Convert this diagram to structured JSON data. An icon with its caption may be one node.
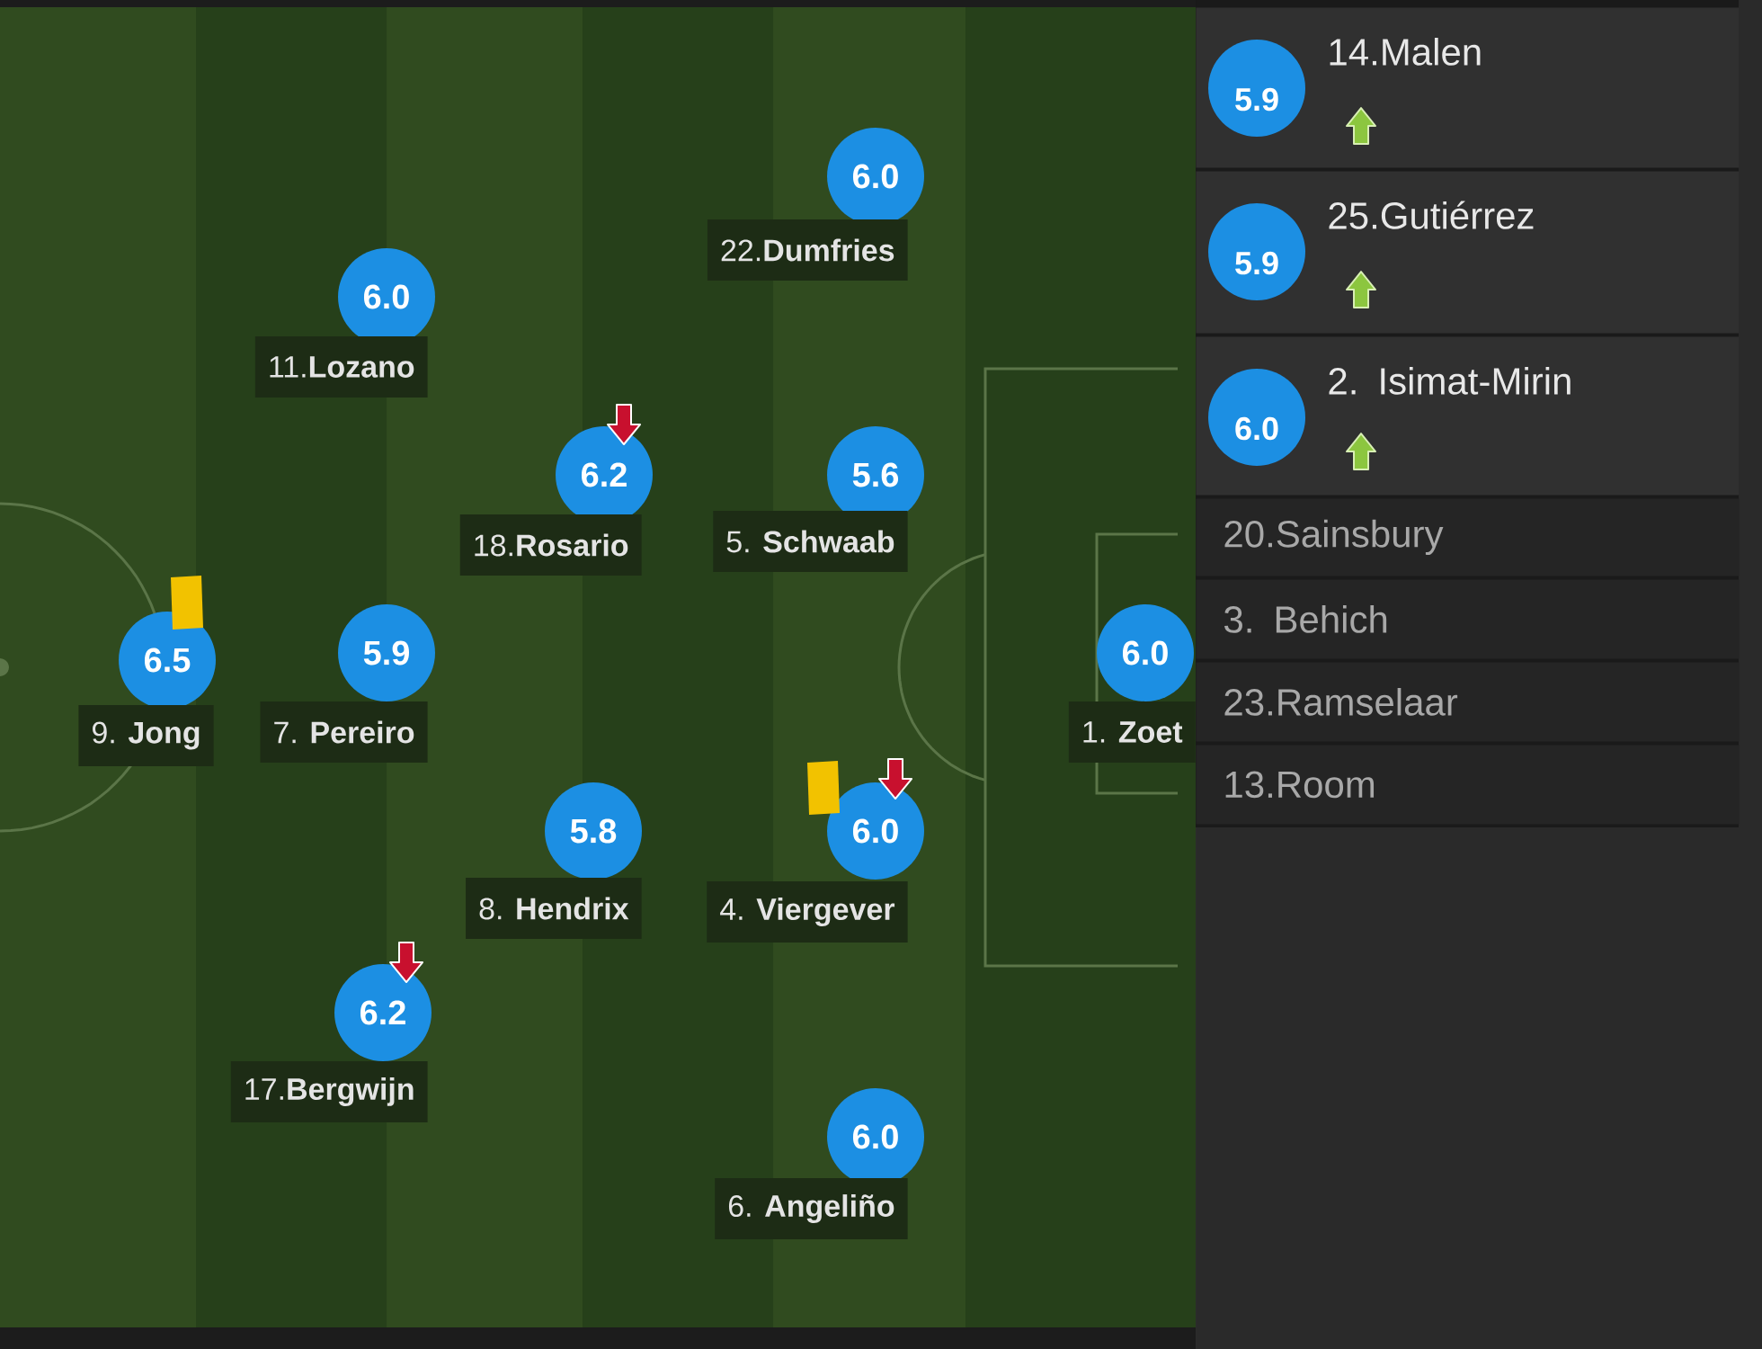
{
  "diagram": {
    "nodes": [
      {
        "text": [
          "6.0"
        ]
      },
      {
        "text": [
          "22.**Dumfries**"
        ]
      },
      {
        "text": [
          "6.0"
        ]
      },
      {
        "text": [
          "11.**Lozano**"
        ]
      },
      {
        "text": [
          "6.2"
        ]
      },
      {
        "text": [
          "18.**Rosario**"
        ]
      },
      {
        "text": [
          "5.6"
        ]
      },
      {
        "text": [
          "5. **Schwaab**"
        ]
      },
      {
        "text": [
          "6.5"
        ]
      },
      {
        "text": [
          "9. **Jong**"
        ]
      },
      {
        "text": [
          "5.9"
        ]
      },
      {
        "text": [
          "7. **Pereiro**"
        ]
      },
      {
        "text": [
          "6.0"
        ]
      },
      {
        "text": [
          "1. **Zoet**"
        ]
      },
      {
        "text": [
          "5.8"
        ]
      },
      {
        "text": [
          "8. **Hendrix**"
        ]
      },
      {
        "text": [
          "6.0"
        ]
      },
      {
        "text": [
          "4. **Viergever**"
        ]
      },
      {
        "text": [
          "6.2"
        ]
      },
      {
        "text": [
          "17.**Bergwijn**"
        ]
      },
      {
        "text": [
          "6.0"
        ]
      },
      {
        "text": [
          "6. **Angeliño**"
        ]
      },
      {
        "text": [
          "14.Malen"
        ]
      },
      {
        "text": [
          "5.9"
        ],
        "in": 22
      },
      {
        "text": [
          "25.Gutiérrez"
        ]
      },
      {
        "text": [
          "5.9"
        ],
        "in": 24
      },
      {
        "text": [
          "2. Isimat-Mirin"
        ]
      },
      {
        "text": [
          "6.0"
        ],
        "in": 26
      },
      {
        "text": [
          "20.Sainsbury"
        ]
      },
      {
        "text": [
          "3. Behich"
        ]
      },
      {
        "text": [
          "23.Ramselaar"
        ]
      },
      {
        "text": [
          "13.Room"
        ]
      }
    ]
  }
}
